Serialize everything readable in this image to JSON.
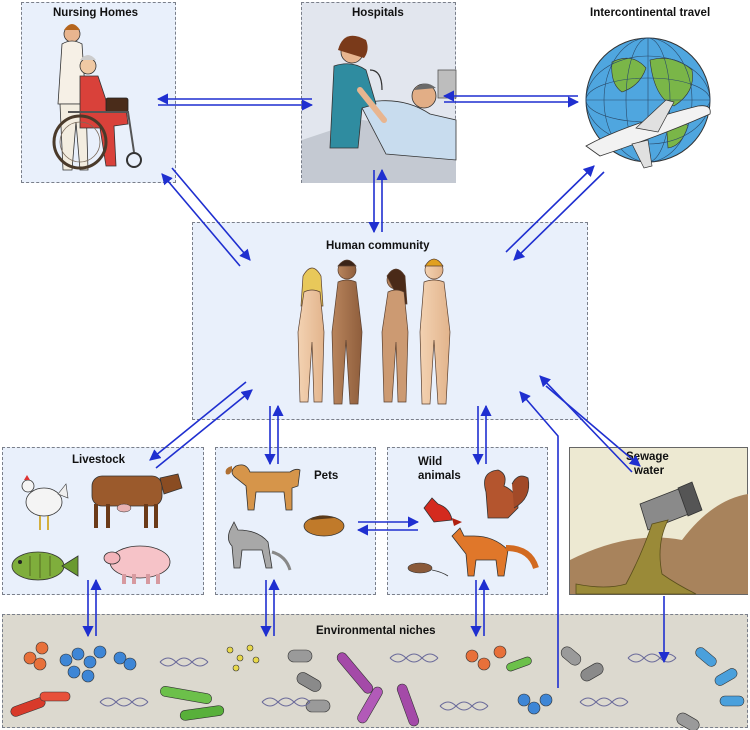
{
  "nodes": {
    "nursing_homes": "Nursing Homes",
    "hospitals": "Hospitals",
    "intercontinental_travel": "Intercontinental travel",
    "human_community": "Human community",
    "livestock": "Livestock",
    "pets": "Pets",
    "wild_animals_line1": "Wild",
    "wild_animals_line2": "animals",
    "sewage_line1": "Sewage",
    "sewage_line2": "water",
    "environmental_niches": "Environmental niches"
  },
  "colors": {
    "arrow": "#1f2fd0",
    "box_fill": "#e9f0fb",
    "hospital_fill": "#dfe2ea",
    "sewage_fill": "#ede9d2",
    "env_fill": "#dcd9cf"
  },
  "icons": [
    "nurse-wheelchair-icon",
    "doctor-patient-icon",
    "globe-airplane-icon",
    "humans-icon",
    "chicken-icon",
    "cow-icon",
    "fish-icon",
    "pig-icon",
    "dog-icon",
    "cat-icon",
    "guinea-pig-icon",
    "cardinal-icon",
    "squirrel-icon",
    "mouse-icon",
    "fox-icon",
    "sewage-pipe-icon",
    "bacteria-icon",
    "dna-icon"
  ]
}
